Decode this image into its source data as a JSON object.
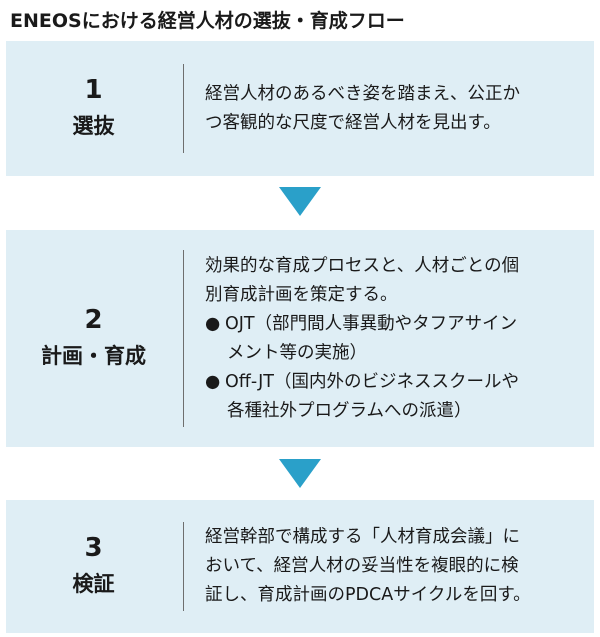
{
  "title": "ENEOSにおける経営人材の選抜・育成フロー",
  "colors": {
    "box_bg": "#dfeef5",
    "arrow": "#2aa0c9",
    "divider": "#6e6e6e"
  },
  "steps": [
    {
      "number": "1",
      "label": "選抜",
      "lines": [
        "経営人材のあるべき姿を踏まえ、公正か",
        "つ客観的な尺度で経営人材を見出す。"
      ]
    },
    {
      "number": "2",
      "label": "計画・育成",
      "lines": [
        "効果的な育成プロセスと、人材ごとの個",
        "別育成計画を策定する。"
      ],
      "bullet_symbol": "●",
      "bullets": [
        {
          "line1": "OJT（部門間人事異動やタフアサイン",
          "line2": "メント等の実施）"
        },
        {
          "line1": "Off-JT（国内外のビジネススクールや",
          "line2": "各種社外プログラムへの派遣）"
        }
      ]
    },
    {
      "number": "3",
      "label": "検証",
      "lines": [
        "経営幹部で構成する「人材育成会議」に",
        "おいて、経営人材の妥当性を複眼的に検",
        "証し、育成計画のPDCAサイクルを回す。"
      ]
    }
  ]
}
